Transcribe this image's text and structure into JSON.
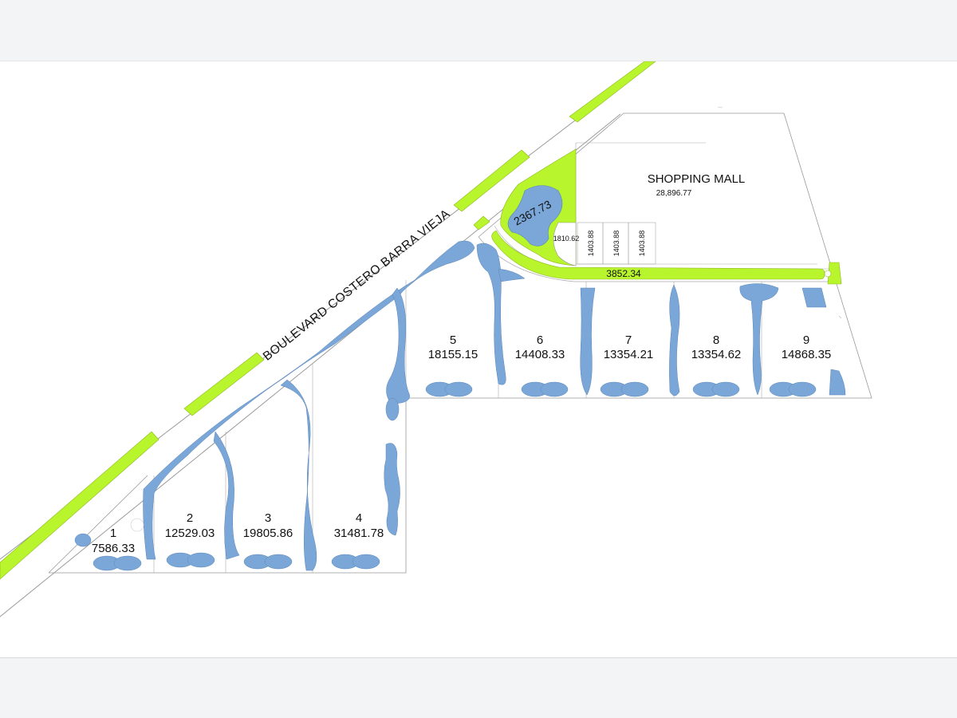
{
  "map": {
    "road_name": "BOULEVARD COSTERO BARRA VIEJA",
    "mall": {
      "name": "SHOPPING MALL",
      "area": "28,896.77"
    },
    "green_area": "2367.73",
    "access_lot": "1810.62",
    "small_lots": [
      "1403.88",
      "1403.88",
      "1403.88"
    ],
    "green_strip": "3852.34",
    "lots": [
      {
        "number": "1",
        "area": "7586.33"
      },
      {
        "number": "2",
        "area": "12529.03"
      },
      {
        "number": "3",
        "area": "19805.86"
      },
      {
        "number": "4",
        "area": "31481.78"
      },
      {
        "number": "5",
        "area": "18155.15"
      },
      {
        "number": "6",
        "area": "14408.33"
      },
      {
        "number": "7",
        "area": "13354.21"
      },
      {
        "number": "8",
        "area": "13354.62"
      },
      {
        "number": "9",
        "area": "14868.35"
      }
    ],
    "colors": {
      "green": "#b8f52c",
      "water": "#7aa6d8",
      "line": "#8a8a8a",
      "background": "#ffffff"
    }
  }
}
